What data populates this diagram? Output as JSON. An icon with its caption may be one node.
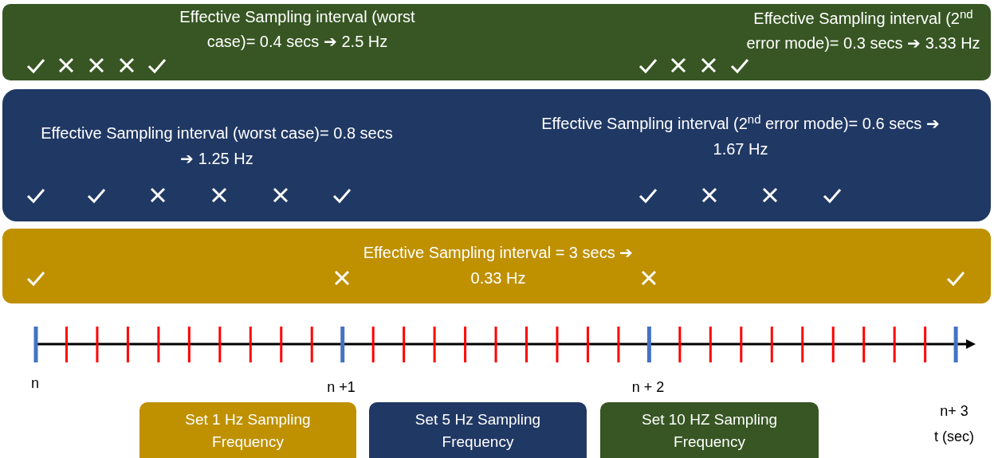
{
  "diagram": {
    "nodes": [
      {
        "text": [
          "Effective Sampling interval (worst case)= 0.4 secs ➔ 2.5 Hz",
          "Effective Sampling interval (2$^{nd}$ error mode)= 0.3 secs ➔ 3.33 Hz"
        ]
      },
      {
        "text": [
          "Effective Sampling interval (worst case)= 0.8 secs ➔ 1.25 Hz",
          "Effective Sampling interval (2$^{nd}$ error mode)= 0.6 secs ➔ 1.67 Hz"
        ]
      },
      {
        "text": [
          "Effective Sampling interval = 3 secs ➔ 0.33 Hz"
        ]
      },
      {
        "text": [
          "Set 1 Hz Sampling Frequency"
        ]
      },
      {
        "text": [
          "Set 5 Hz Sampling Frequency"
        ]
      },
      {
        "text": [
          "Set 10 HZ Sampling Frequency"
        ]
      }
    ],
    "edges": [],
    "labels": [
      "n",
      "n +1",
      "n + 2",
      "n+ 3",
      "t (sec)"
    ]
  }
}
